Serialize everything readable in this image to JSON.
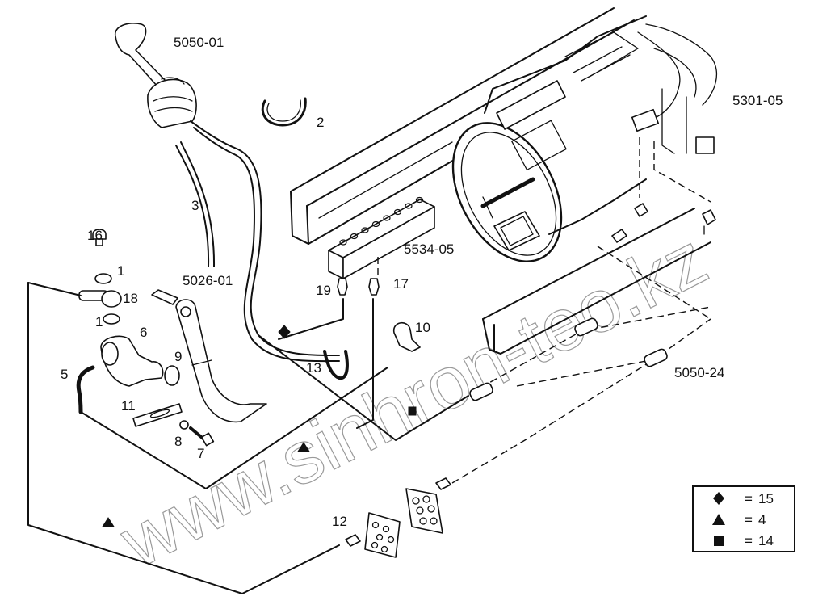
{
  "diagram": {
    "type": "exploded-parts-view",
    "subject": "gear shift control / transmission assembly",
    "watermark": "www.sinhron-teo.kz",
    "assembly_labels": {
      "shift_lever": "5050-01",
      "clutch_pedal": "5026-01",
      "bracket": "5534-05",
      "gearbox": "5301-05",
      "pipe_connectors": "5050-24"
    },
    "part_numbers": {
      "p1a": "1",
      "p1b": "1",
      "p2": "2",
      "p3": "3",
      "p5": "5",
      "p6": "6",
      "p7": "7",
      "p8": "8",
      "p9": "9",
      "p10": "10",
      "p11": "11",
      "p12": "12",
      "p13": "13",
      "p16": "16",
      "p17": "17",
      "p18": "18",
      "p19": "19"
    },
    "legend": [
      {
        "symbol": "diamond",
        "equals": "=",
        "value": "15"
      },
      {
        "symbol": "triangle",
        "equals": "=",
        "value": "4"
      },
      {
        "symbol": "square",
        "equals": "=",
        "value": "14"
      }
    ],
    "line_color": "#111111",
    "watermark_color": "#9a9a9a"
  }
}
